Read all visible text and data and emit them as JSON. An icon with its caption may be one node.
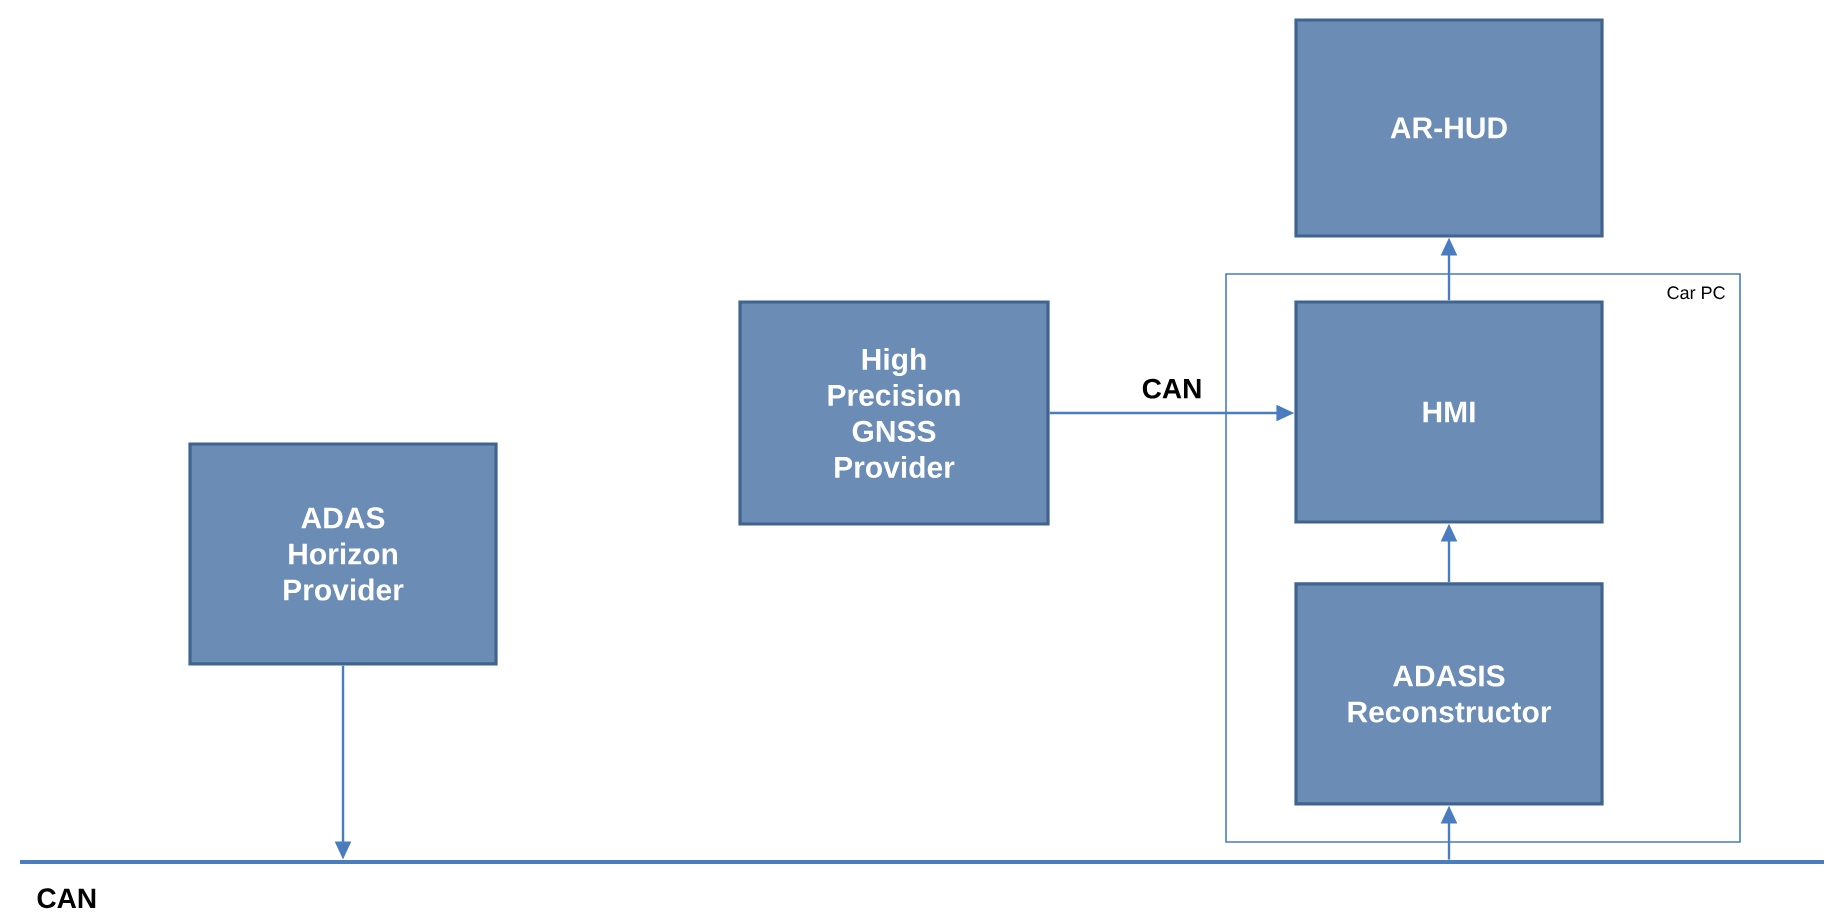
{
  "diagram": {
    "nodes": [
      {
        "text": [
          "ADAS Horizon Provider"
        ]
      },
      {
        "text": [
          "High Precision GNSS Provider"
        ]
      },
      {
        "text": [
          "Car PC"
        ]
      },
      {
        "text": [
          "AR-HUD"
        ]
      },
      {
        "text": [
          "HMI"
        ],
        "in": 2
      },
      {
        "text": [
          "ADASIS Reconstructor"
        ],
        "in": 2
      },
      {
        "text": [],
        "shape": "bar",
        "beside": [
          "CAN"
        ]
      }
    ],
    "edges": [
      {
        "from": 0,
        "to": 6,
        "arrow": "to"
      },
      {
        "from": 6,
        "to": 5,
        "arrow": "to"
      },
      {
        "from": 5,
        "to": 4,
        "arrow": "to"
      },
      {
        "from": 4,
        "to": 3,
        "arrow": "to"
      },
      {
        "from": 1,
        "to": 4,
        "arrow": "to",
        "label": "CAN"
      }
    ]
  }
}
